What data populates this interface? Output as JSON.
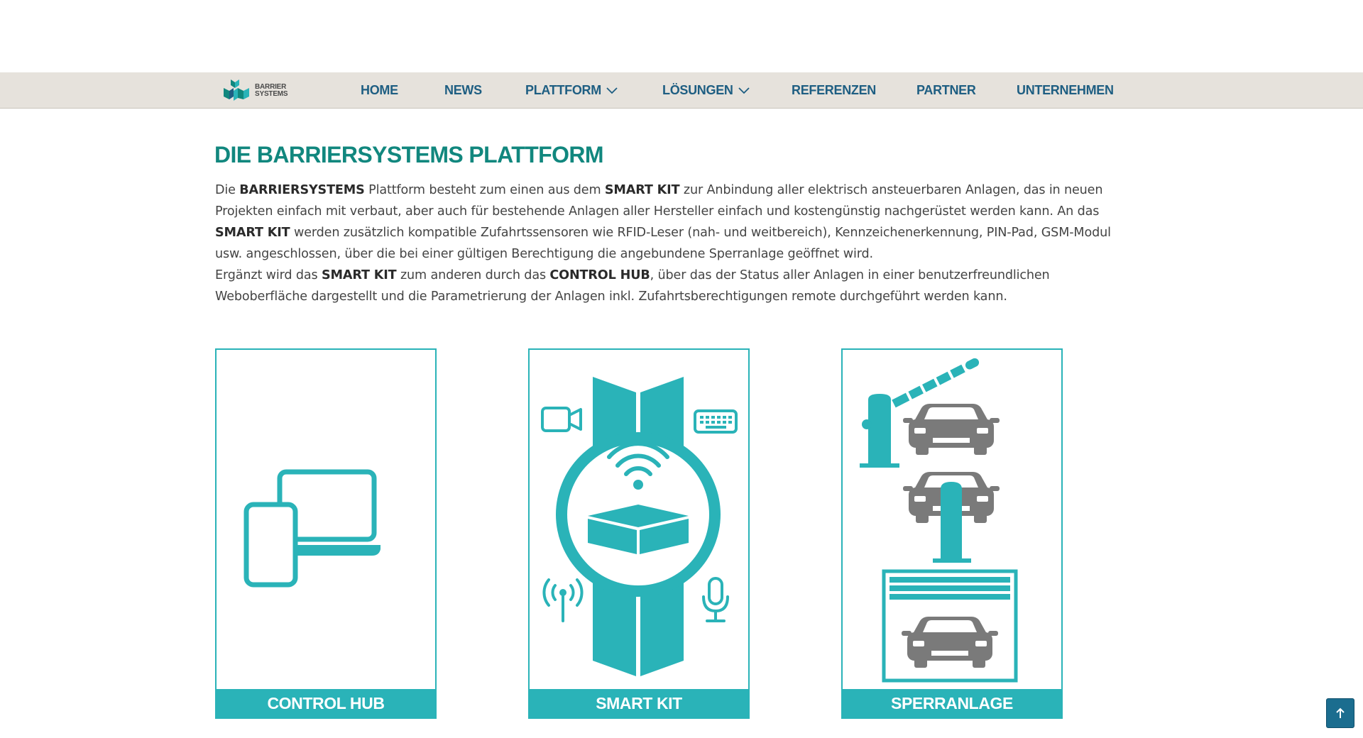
{
  "brand": {
    "logo_line1": "BARRIER",
    "logo_line2": "SYSTEMS"
  },
  "nav": {
    "items": [
      {
        "label": "HOME"
      },
      {
        "label": "NEWS"
      },
      {
        "label": "PLATTFORM",
        "has_dropdown": true
      },
      {
        "label": "LÖSUNGEN",
        "has_dropdown": true
      },
      {
        "label": "REFERENZEN"
      },
      {
        "label": "PARTNER"
      },
      {
        "label": "UNTERNEHMEN"
      }
    ]
  },
  "main": {
    "title": "DIE BARRIERSYSTEMS PLATTFORM",
    "p1": {
      "t1": "Die ",
      "b1": "BARRIERSYSTEMS",
      "t2": " Plattform besteht zum einen aus dem ",
      "b2": "SMART KIT",
      "t3": " zur Anbindung aller elektrisch ansteuerbaren Anlagen, das in neuen Projekten einfach mit verbaut, aber auch für bestehende Anlagen aller Hersteller einfach und kostengünstig nachgerüstet werden kann. An das ",
      "b3": "SMART KIT",
      "t4": " werden zusätzlich kompatible Zufahrtssensoren wie RFID-Leser (nah- und weitbereich), Kennzeichenerkennung, PIN-Pad, GSM-Modul usw. angeschlossen, über die bei einer gültigen Berechtigung die angebundene Sperranlage geöffnet wird."
    },
    "p2": {
      "t1": "Ergänzt wird das ",
      "b1": "SMART KIT",
      "t2": " zum anderen durch das ",
      "b2": "CONTROL HUB",
      "t3": ", über das der Status aller Anlagen in einer benutzerfreundlichen Weboberfläche dargestellt und die Parametrierung der Anlagen inkl. Zufahrtsberechtigungen remote durchgeführt werden kann."
    },
    "cards": [
      {
        "label": "CONTROL HUB",
        "icon": "devices-icon"
      },
      {
        "label": "SMART KIT",
        "icon": "smart-kit-icon"
      },
      {
        "label": "SPERRANLAGE",
        "icon": "barrier-icon"
      }
    ]
  },
  "colors": {
    "teal": "#2ab3b8",
    "title_teal": "#11877e",
    "nav_blue": "#1e5e82",
    "nav_bg": "#e6e2dc",
    "car_grey": "#7a7a7a"
  },
  "scroll_top_icon": "arrow-up-icon"
}
